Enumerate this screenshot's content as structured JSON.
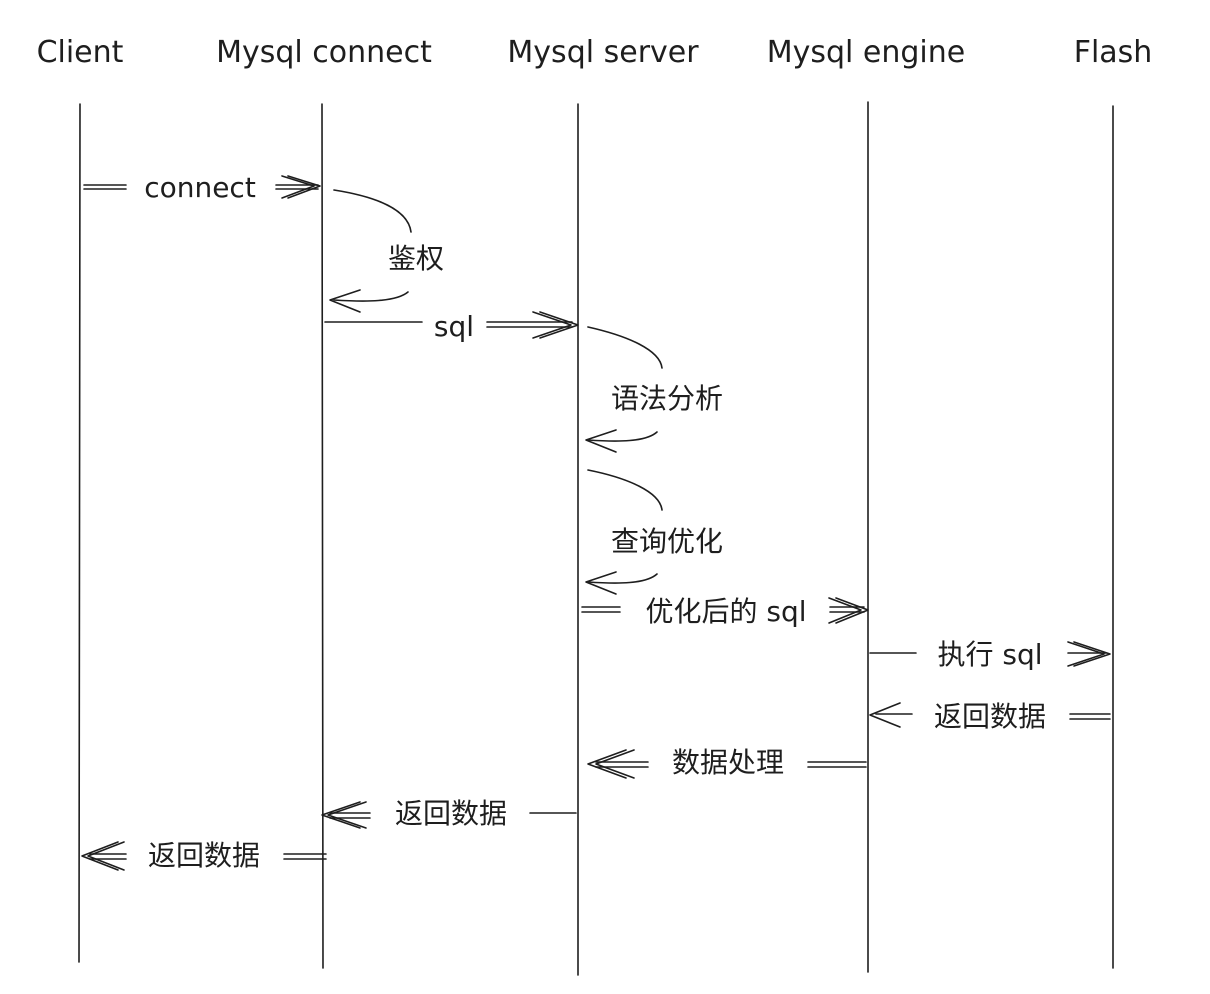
{
  "participants": [
    "Client",
    "Mysql connect",
    "Mysql server",
    "Mysql engine",
    "Flash"
  ],
  "messages": {
    "connect": "connect",
    "auth": "鉴权",
    "sql": "sql",
    "parse": "语法分析",
    "optimize": "查询优化",
    "optimized_sql": "优化后的 sql",
    "execute_sql": "执行 sql",
    "return_data_flash": "返回数据",
    "data_processing": "数据处理",
    "return_data_server": "返回数据",
    "return_data_client": "返回数据"
  }
}
